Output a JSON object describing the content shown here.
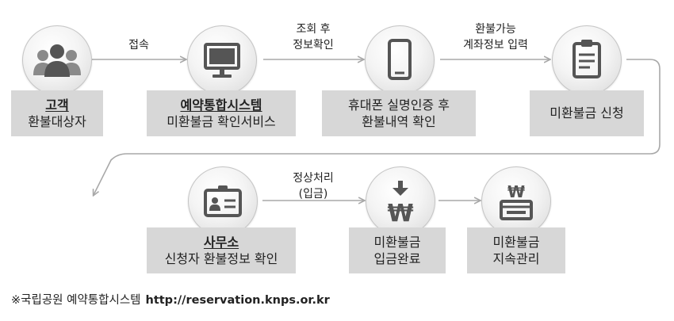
{
  "steps": {
    "customer": {
      "line1": "고객",
      "line2": "환불대상자"
    },
    "system": {
      "line1": "예약통합시스템",
      "line2": "미환불금 확인서비스"
    },
    "verify": {
      "line1": "휴대폰 실명인증 후",
      "line2": "환불내역 확인"
    },
    "apply": {
      "line1": "미환불금 신청"
    },
    "office": {
      "line1": "사무소",
      "line2": "신청자 환불정보 확인"
    },
    "deposit": {
      "line1": "미환불금",
      "line2": "입금완료"
    },
    "manage": {
      "line1": "미환불금",
      "line2": "지속관리"
    }
  },
  "edges": {
    "connect": {
      "line1": "접속"
    },
    "info": {
      "line1": "조회 후",
      "line2": "정보확인"
    },
    "account": {
      "line1": "환불가능",
      "line2": "계좌정보 입력"
    },
    "process": {
      "line1": "정상처리",
      "line2": "(입금)"
    }
  },
  "icons": {
    "customer": "people-icon",
    "system": "monitor-icon",
    "verify": "smartphone-icon",
    "apply": "clipboard-icon",
    "office": "id-card-icon",
    "deposit": "won-down-arrow-icon",
    "manage": "won-card-icon"
  },
  "footnote": {
    "prefix": "※국립공원 예약통합시스템",
    "url": "http://reservation.knps.or.kr"
  },
  "colors": {
    "box_fill": "#d7d7d7",
    "connector": "#a8a8a8",
    "icon": "#555555"
  }
}
